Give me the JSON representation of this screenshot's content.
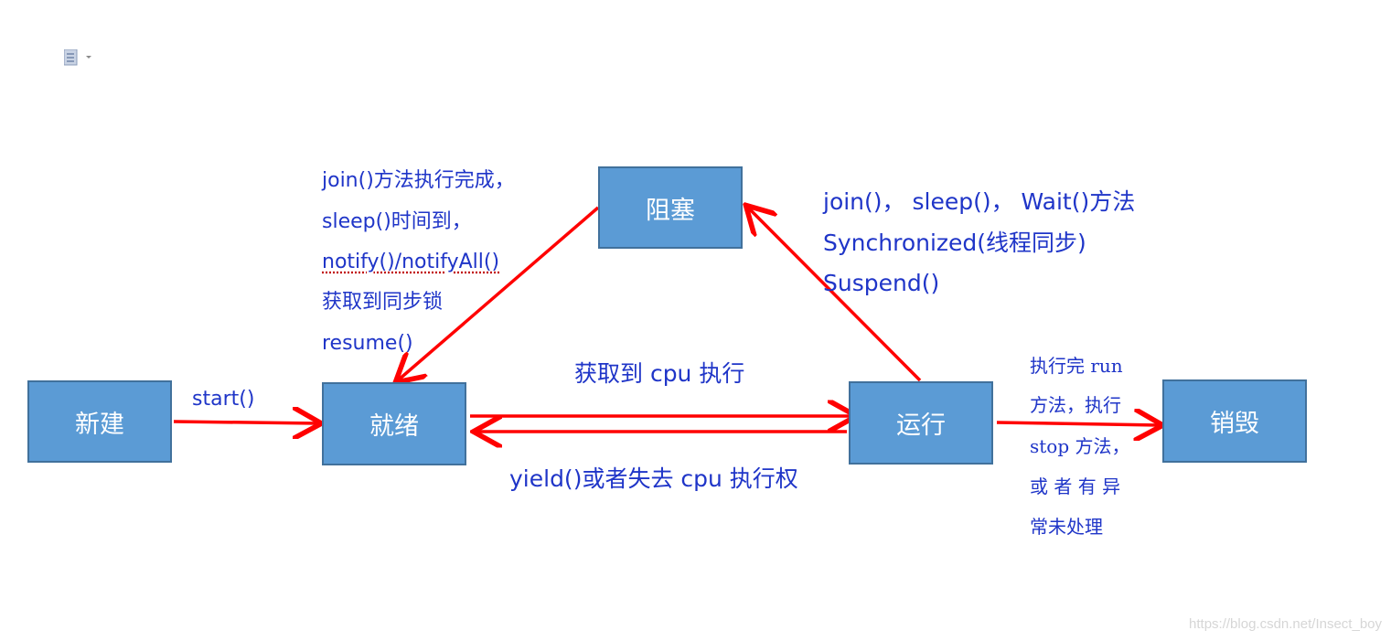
{
  "states": {
    "new": "新建",
    "ready": "就绪",
    "blocked": "阻塞",
    "running": "运行",
    "destroyed": "销毁"
  },
  "transitions": {
    "start": "start()",
    "to_running": "获取到 cpu 执行",
    "to_ready": "yield()或者失去 cpu 执行权",
    "blocked_to_ready": [
      "join()方法执行完成，",
      "sleep()时间到，",
      "notify()/notifyAll()",
      "获取到同步锁",
      "resume()"
    ],
    "running_to_blocked": [
      "join()， sleep()， Wait()方法",
      "Synchronized(线程同步)",
      "Suspend()"
    ],
    "running_to_destroyed": [
      "执行完 run",
      "方法，执行",
      "stop 方法，",
      "或 者 有 异",
      "常未处理"
    ]
  },
  "colors": {
    "box_fill": "#5b9bd5",
    "box_border": "#41719c",
    "arrow": "#ff0000",
    "label_text": "#1f35c8"
  },
  "watermark": "https://blog.csdn.net/Insect_boy"
}
